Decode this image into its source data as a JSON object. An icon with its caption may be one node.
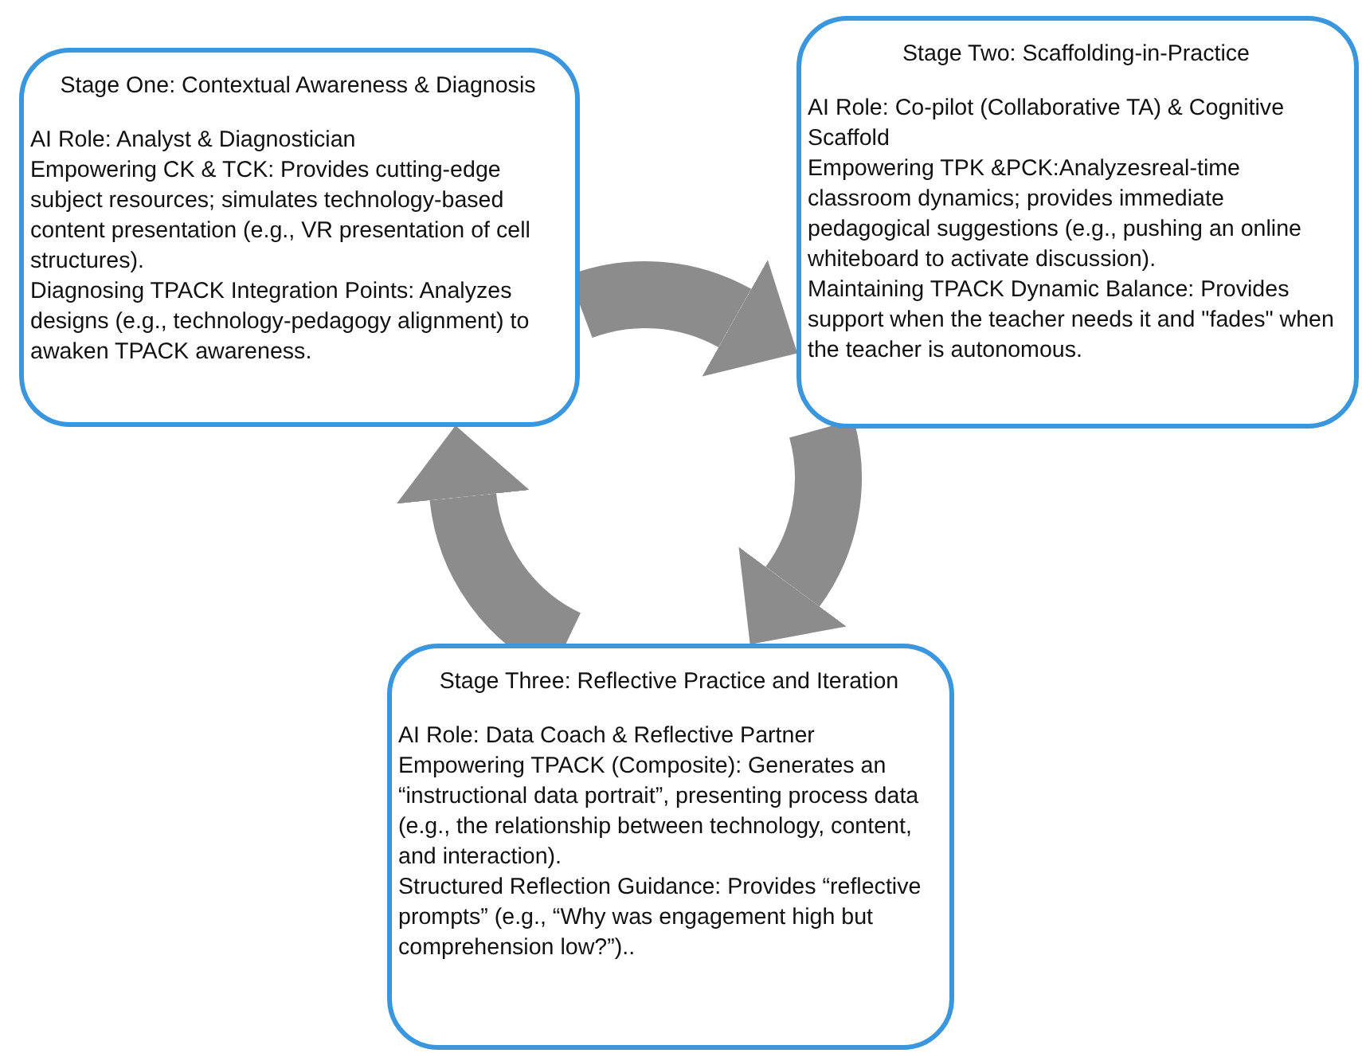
{
  "diagram": {
    "nodes": [
      {
        "text": [
          "Stage One: Contextual Awareness & Diagnosis",
          "AI Role: Analyst & Diagnostician",
          "Empowering CK & TCK: Provides cutting-edge subject resources; simulates technology-based content presentation (e.g., VR presentation of cell structures).",
          "Diagnosing TPACK Integration Points: Analyzes designs (e.g., technology-pedagogy alignment) to awaken TPACK awareness."
        ]
      },
      {
        "text": [
          "Stage Two: Scaffolding-in-Practice",
          "AI Role: Co-pilot (Collaborative TA) & Cognitive Scaffold",
          "Empowering TPK &PCK:Analyzesreal-time classroom dynamics; provides immediate pedagogical suggestions (e.g., pushing an online whiteboard to activate discussion).",
          "Maintaining TPACK Dynamic Balance: Provides support when the teacher needs it and \"fades\" when the teacher is autonomous."
        ]
      },
      {
        "text": [
          "Stage Three: Reflective Practice and Iteration",
          "AI Role: Data Coach & Reflective Partner",
          "Empowering TPACK (Composite): Generates an “instructional data portrait”, presenting process data (e.g., the relationship between technology, content, and interaction).",
          "Structured Reflection Guidance: Provides “reflective prompts” (e.g., “Why was engagement high but comprehension low?”).."
        ]
      }
    ],
    "edges": [
      {
        "from": 0,
        "to": 1,
        "arrow": "to"
      },
      {
        "from": 1,
        "to": 2,
        "arrow": "to"
      },
      {
        "from": 2,
        "to": 0,
        "arrow": "to"
      }
    ]
  }
}
